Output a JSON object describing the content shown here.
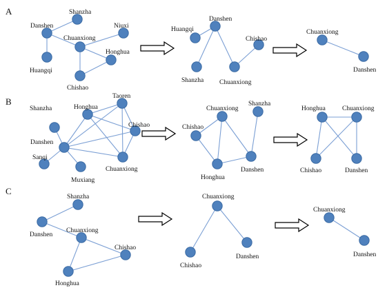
{
  "panels": [
    {
      "label": "A",
      "graphs": [
        {
          "nodes": [
            "Danshen",
            "Shanzha",
            "Niuxi",
            "Chuanxiong",
            "Huangqi",
            "Honghua",
            "Chishao"
          ],
          "edges": [
            [
              "Danshen",
              "Shanzha"
            ],
            [
              "Danshen",
              "Huangqi"
            ],
            [
              "Danshen",
              "Chuanxiong"
            ],
            [
              "Chuanxiong",
              "Niuxi"
            ],
            [
              "Chuanxiong",
              "Honghua"
            ],
            [
              "Chuanxiong",
              "Chishao"
            ],
            [
              "Honghua",
              "Chishao"
            ]
          ]
        },
        {
          "nodes": [
            "Huangqi",
            "Danshen",
            "Chishao",
            "Shanzha",
            "Chuanxiong"
          ],
          "edges": [
            [
              "Danshen",
              "Huangqi"
            ],
            [
              "Danshen",
              "Shanzha"
            ],
            [
              "Danshen",
              "Chuanxiong"
            ],
            [
              "Chuanxiong",
              "Chishao"
            ]
          ]
        },
        {
          "nodes": [
            "Chuanxiong",
            "Danshen"
          ],
          "edges": [
            [
              "Chuanxiong",
              "Danshen"
            ]
          ]
        }
      ]
    },
    {
      "label": "B",
      "graphs": [
        {
          "nodes": [
            "Shanzha",
            "Honghua",
            "Taoren",
            "Chishao",
            "Danshen",
            "Sanqi",
            "Muxiang",
            "Chuanxiong"
          ],
          "edges": [
            [
              "Shanzha",
              "Danshen"
            ],
            [
              "Sanqi",
              "Danshen"
            ],
            [
              "Muxiang",
              "Danshen"
            ],
            [
              "Danshen",
              "Honghua"
            ],
            [
              "Danshen",
              "Taoren"
            ],
            [
              "Danshen",
              "Chishao"
            ],
            [
              "Danshen",
              "Chuanxiong"
            ],
            [
              "Honghua",
              "Taoren"
            ],
            [
              "Honghua",
              "Chishao"
            ],
            [
              "Honghua",
              "Chuanxiong"
            ],
            [
              "Taoren",
              "Chishao"
            ],
            [
              "Taoren",
              "Chuanxiong"
            ],
            [
              "Chishao",
              "Chuanxiong"
            ]
          ]
        },
        {
          "nodes": [
            "Chuanxiong",
            "Shanzha",
            "Chishao",
            "Honghua",
            "Danshen"
          ],
          "edges": [
            [
              "Chuanxiong",
              "Chishao"
            ],
            [
              "Chuanxiong",
              "Honghua"
            ],
            [
              "Chuanxiong",
              "Danshen"
            ],
            [
              "Chishao",
              "Honghua"
            ],
            [
              "Honghua",
              "Danshen"
            ],
            [
              "Shanzha",
              "Danshen"
            ]
          ]
        },
        {
          "nodes": [
            "Honghua",
            "Chuanxiong",
            "Chishao",
            "Danshen"
          ],
          "edges": [
            [
              "Honghua",
              "Chuanxiong"
            ],
            [
              "Honghua",
              "Chishao"
            ],
            [
              "Honghua",
              "Danshen"
            ],
            [
              "Chuanxiong",
              "Chishao"
            ],
            [
              "Chuanxiong",
              "Danshen"
            ]
          ]
        }
      ]
    },
    {
      "label": "C",
      "graphs": [
        {
          "nodes": [
            "Shanzha",
            "Danshen",
            "Chuanxiong",
            "Chishao",
            "Honghua"
          ],
          "edges": [
            [
              "Shanzha",
              "Danshen"
            ],
            [
              "Danshen",
              "Chuanxiong"
            ],
            [
              "Chuanxiong",
              "Chishao"
            ],
            [
              "Chuanxiong",
              "Honghua"
            ],
            [
              "Honghua",
              "Chishao"
            ]
          ]
        },
        {
          "nodes": [
            "Chuanxiong",
            "Chishao",
            "Danshen"
          ],
          "edges": [
            [
              "Chuanxiong",
              "Chishao"
            ],
            [
              "Chuanxiong",
              "Danshen"
            ]
          ]
        },
        {
          "nodes": [
            "Chuanxiong",
            "Danshen"
          ],
          "edges": [
            [
              "Chuanxiong",
              "Danshen"
            ]
          ]
        }
      ]
    }
  ],
  "colors": {
    "node_fill": "#4f81bd",
    "edge": "#7b9fd4"
  }
}
